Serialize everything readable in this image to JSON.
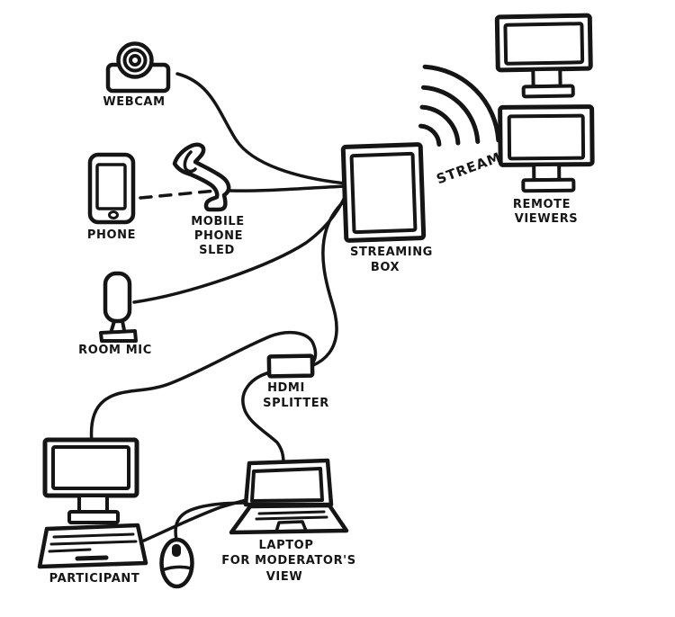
{
  "canvas": {
    "background": "#ffffff",
    "ink": "#151515"
  },
  "nodes": {
    "webcam": {
      "label": "WEBCAM"
    },
    "phone": {
      "label": "PHONE"
    },
    "sled": {
      "lines": [
        "MOBILE",
        "PHONE",
        "SLED"
      ]
    },
    "room_mic": {
      "label": "ROOM MIC"
    },
    "streaming_box": {
      "lines": [
        "STREAMING",
        "BOX"
      ]
    },
    "stream": {
      "label": "STREAM"
    },
    "remote_viewers": {
      "lines": [
        "REMOTE",
        "VIEWERS"
      ]
    },
    "hdmi_splitter": {
      "lines": [
        "HDMI",
        "SPLITTER"
      ]
    },
    "participant": {
      "label": "PARTICIPANT"
    },
    "laptop": {
      "lines": [
        "LAPTOP",
        "FOR MODERATOR'S",
        "VIEW"
      ]
    }
  },
  "connections": [
    {
      "from": "webcam",
      "to": "streaming-box",
      "style": "solid"
    },
    {
      "from": "phone",
      "to": "mobile-phone-sled",
      "style": "dashed"
    },
    {
      "from": "mobile-phone-sled",
      "to": "streaming-box",
      "style": "solid"
    },
    {
      "from": "room-mic",
      "to": "streaming-box",
      "style": "solid"
    },
    {
      "from": "streaming-box",
      "to": "hdmi-splitter",
      "style": "solid"
    },
    {
      "from": "participant-monitor",
      "to": "hdmi-splitter",
      "style": "solid"
    },
    {
      "from": "hdmi-splitter",
      "to": "laptop",
      "style": "solid"
    },
    {
      "from": "participant-keyboard",
      "to": "laptop",
      "style": "solid"
    },
    {
      "from": "mouse",
      "to": "laptop",
      "style": "solid"
    },
    {
      "from": "streaming-box",
      "to": "remote-viewers",
      "style": "wireless"
    }
  ]
}
